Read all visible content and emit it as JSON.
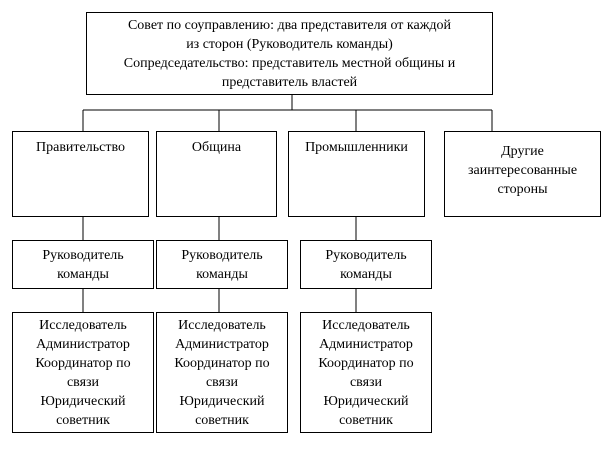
{
  "council": {
    "line1": "Совет по соуправлению: два представителя от каждой",
    "line2": "из сторон (Руководитель команды)",
    "line3": "Сопредседательство: представитель местной общины и",
    "line4": "представитель властей"
  },
  "groups": [
    {
      "label": "Правительство"
    },
    {
      "label": "Община"
    },
    {
      "label": "Промышленники"
    },
    {
      "line1": "Другие",
      "line2": "заинтересованные",
      "line3": "стороны"
    }
  ],
  "team_lead": {
    "line1": "Руководитель",
    "line2": "команды"
  },
  "staff": {
    "line1": "Исследователь",
    "line2": "Администратор",
    "line3": "Координатор по",
    "line4": "связи",
    "line5": "Юридический",
    "line6": "советник"
  }
}
